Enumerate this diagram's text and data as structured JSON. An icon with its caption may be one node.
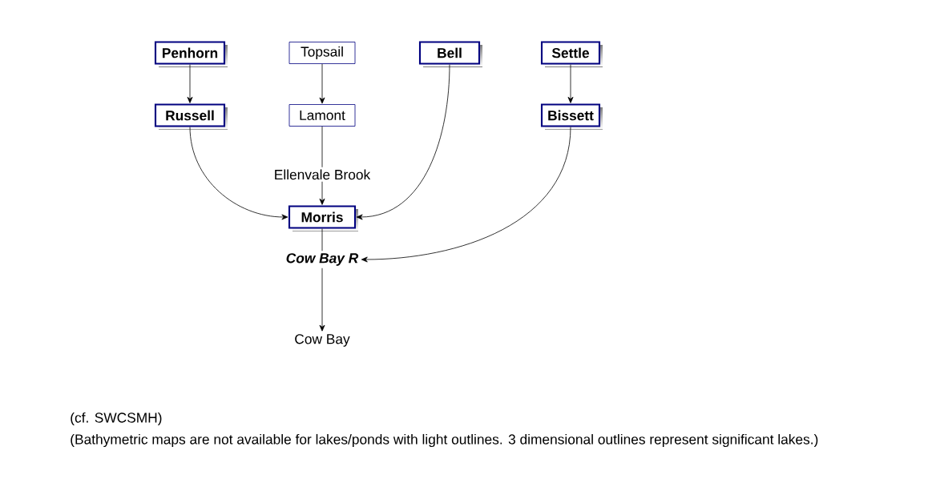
{
  "diagram": {
    "nodes": [
      {
        "text": [
          "Penhorn"
        ]
      },
      {
        "text": [
          "Topsail"
        ]
      },
      {
        "text": [
          "Bell"
        ]
      },
      {
        "text": [
          "Settle"
        ]
      },
      {
        "text": [
          "Russell"
        ]
      },
      {
        "text": [
          "Lamont"
        ]
      },
      {
        "text": [
          "Bissett"
        ]
      },
      {
        "text": [
          "Morris"
        ]
      },
      {
        "text": [
          "Cow Bay R"
        ]
      },
      {
        "text": [
          "Cow Bay"
        ]
      }
    ],
    "edges": [
      {
        "from": 0,
        "to": 4,
        "arrow": "to"
      },
      {
        "from": 1,
        "to": 5,
        "arrow": "to"
      },
      {
        "from": 3,
        "to": 6,
        "arrow": "to"
      },
      {
        "from": 4,
        "to": 7,
        "arrow": "to"
      },
      {
        "from": 5,
        "to": 7,
        "arrow": "to",
        "label": "Ellenvale Brook"
      },
      {
        "from": 2,
        "to": 7,
        "arrow": "to"
      },
      {
        "from": 6,
        "to": 8,
        "arrow": "to"
      },
      {
        "from": 7,
        "to": 8,
        "arrow": "none"
      },
      {
        "from": 8,
        "to": 9,
        "arrow": "to"
      }
    ],
    "labels": [
      "(cf. SWCSMH)",
      "(Bathymetric maps are not available for lakes/ponds with light outlines. 3 dimensional outlines represent significant lakes.)"
    ]
  }
}
